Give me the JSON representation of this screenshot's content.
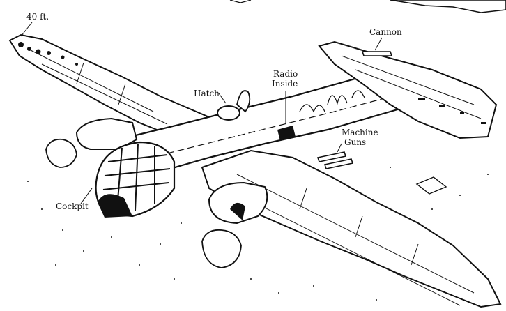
{
  "labels": {
    "depth": "40 ft.",
    "cannon": "Cannon",
    "radio_line1": "Radio",
    "radio_line2": "Inside",
    "hatch": "Hatch",
    "machine_line1": "Machine",
    "machine_line2": "Guns",
    "cockpit": "Cockpit"
  },
  "colors": {
    "ink": "#111111",
    "paper": "#ffffff"
  }
}
